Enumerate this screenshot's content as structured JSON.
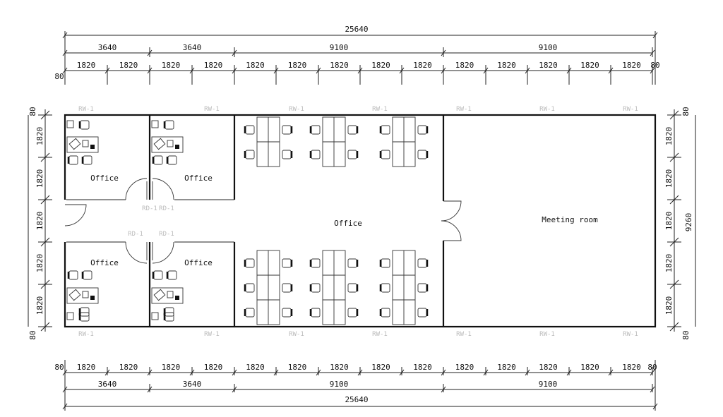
{
  "dimensions": {
    "overall": "25640",
    "top_major": [
      "3640",
      "3640",
      "9100",
      "9100"
    ],
    "top_minor": [
      "1820",
      "1820",
      "1820",
      "1820",
      "1820",
      "1820",
      "1820",
      "1820",
      "1820",
      "1820",
      "1820",
      "1820",
      "1820",
      "1820"
    ],
    "bottom_major": [
      "3640",
      "3640",
      "9100",
      "9100"
    ],
    "bottom_minor": [
      "1820",
      "1820",
      "1820",
      "1820",
      "1820",
      "1820",
      "1820",
      "1820",
      "1820",
      "1820",
      "1820",
      "1820",
      "1820",
      "1820"
    ],
    "end_offset": "80",
    "left_rows": [
      "1820",
      "1820",
      "1820",
      "1820",
      "1820"
    ],
    "right_rows": [
      "1820",
      "1820",
      "1820",
      "1820",
      "1820"
    ],
    "height_total": "9260"
  },
  "rooms": {
    "office_1": "Office",
    "office_2": "Office",
    "office_3": "Office",
    "office_4": "Office",
    "open_office": "Office",
    "meeting_room": "Meeting room"
  },
  "tags": {
    "window": "RW-1",
    "door": "RD-1"
  }
}
